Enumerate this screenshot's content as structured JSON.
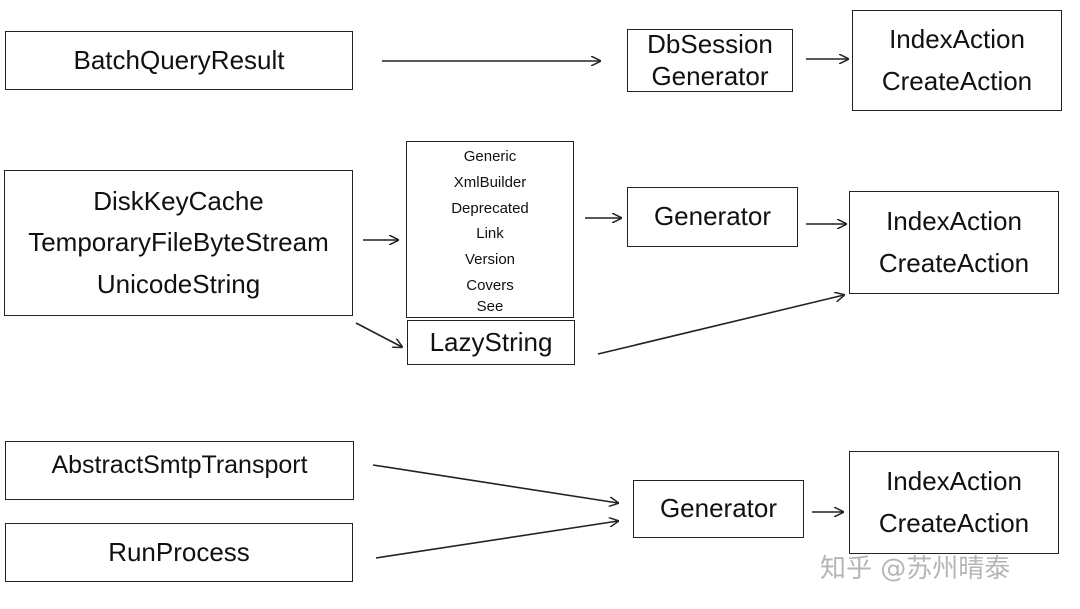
{
  "row1": {
    "source": [
      "BatchQueryResult"
    ],
    "middle": [
      "DbSession",
      "Generator"
    ],
    "target": [
      "IndexAction",
      "CreateAction"
    ]
  },
  "row2": {
    "source": [
      "DiskKeyCache",
      "TemporaryFileByteStream",
      "UnicodeString"
    ],
    "list": [
      "Generic",
      "XmlBuilder",
      "Deprecated",
      "Link",
      "Version",
      "Covers",
      "See"
    ],
    "lazy": "LazyString",
    "middle": "Generator",
    "target": [
      "IndexAction",
      "CreateAction"
    ]
  },
  "row3": {
    "source_a": "AbstractSmtpTransport",
    "source_b": "RunProcess",
    "middle": "Generator",
    "target": [
      "IndexAction",
      "CreateAction"
    ]
  },
  "watermark": "知乎 @苏州晴泰"
}
